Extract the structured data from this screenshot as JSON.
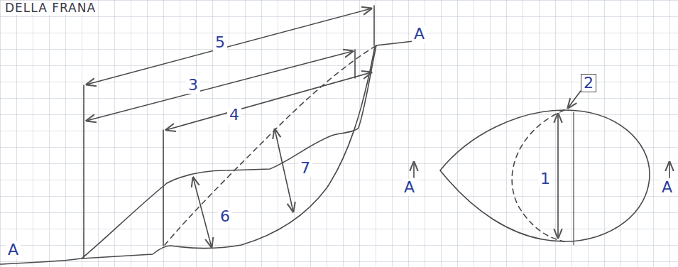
{
  "diagram": {
    "title": "DELLA FRANA",
    "labels": [
      "5",
      "3",
      "4",
      "A",
      "A",
      "6",
      "7",
      "2",
      "1",
      "A",
      "A"
    ]
  }
}
